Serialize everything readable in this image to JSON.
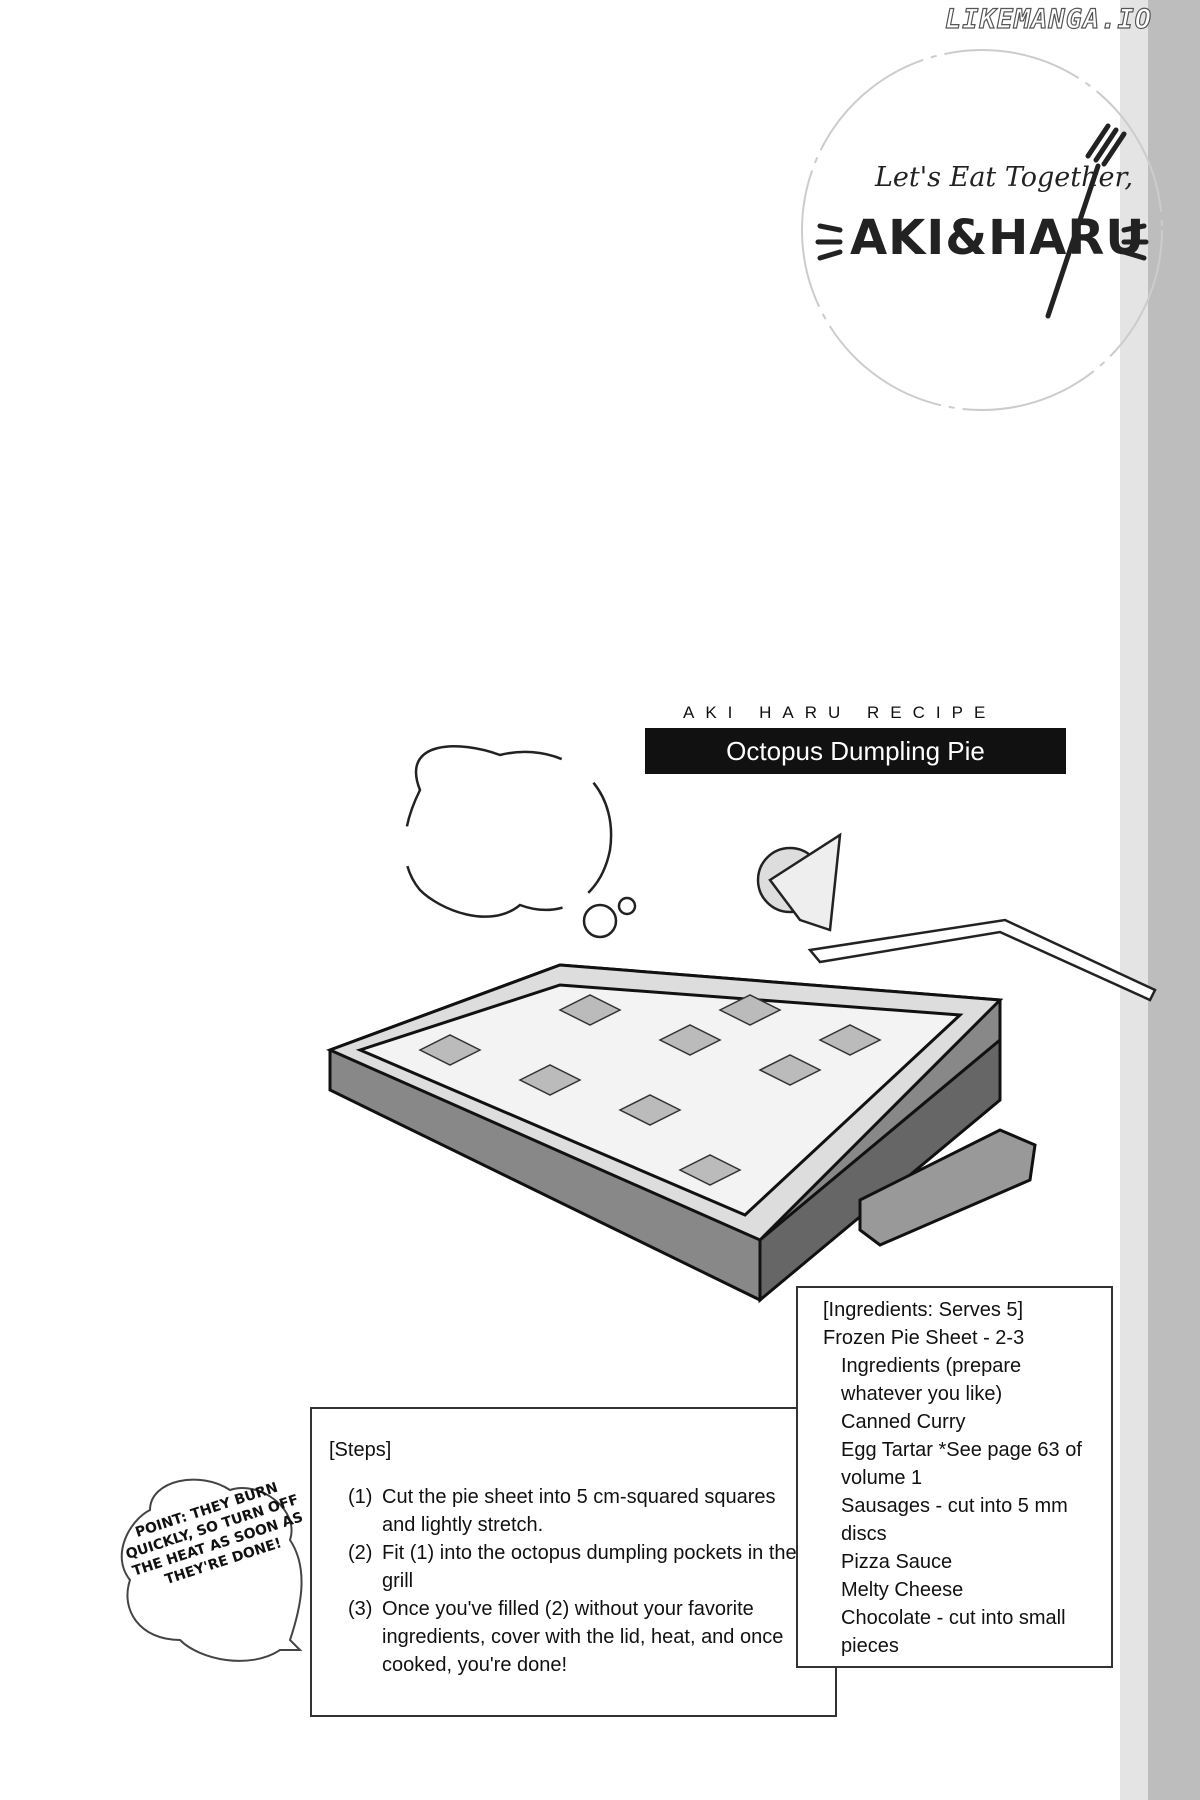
{
  "watermark": "LIKEMANGA.IO",
  "logo": {
    "subtitle": "Let's Eat Together,",
    "title": "AKI&HARU"
  },
  "recipe": {
    "label": "AKI HARU RECIPE",
    "title": "Octopus Dumpling Pie"
  },
  "ingredients": {
    "header": "[Ingredients: Serves 5]",
    "first": "Frozen Pie Sheet - 2-3",
    "items": [
      "Ingredients (prepare whatever you like)",
      "Canned Curry",
      "Egg Tartar *See page 63 of volume 1",
      "Sausages - cut into 5 mm discs",
      "Pizza Sauce",
      "Melty Cheese",
      "Chocolate - cut into small pieces"
    ]
  },
  "steps": {
    "header": "[Steps]",
    "items": [
      {
        "num": "(1)",
        "text": "Cut the pie sheet into 5 cm-squared squares and lightly stretch."
      },
      {
        "num": "(2)",
        "text": "Fit (1) into the octopus dumpling pockets in the grill"
      },
      {
        "num": "(3)",
        "text": "Once you've filled (2) without your favorite ingredients, cover with the lid, heat, and once cooked, you're done!"
      }
    ]
  },
  "tip": "POINT: THEY BURN QUICKLY, SO TURN OFF THE HEAT AS SOON AS THEY'RE DONE!"
}
